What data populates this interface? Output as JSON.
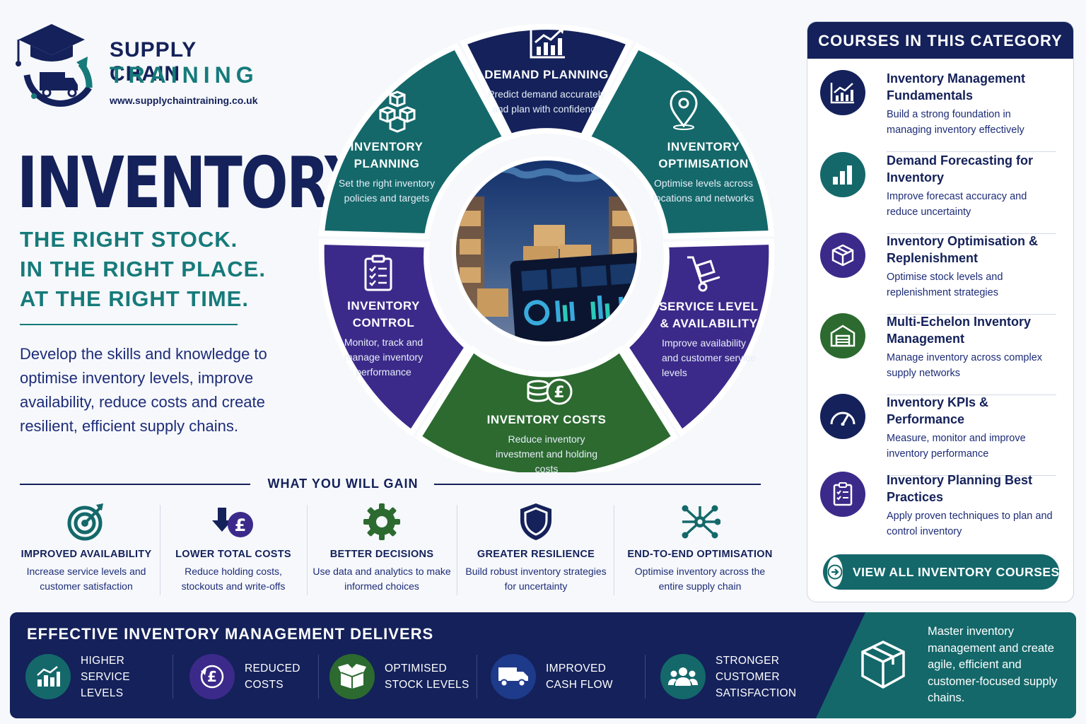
{
  "brand": {
    "line1": "SUPPLY CHAIN",
    "line2": "TRAINING",
    "url": "www.supplychaintraining.co.uk"
  },
  "hero": {
    "title": "INVENTORY",
    "tagline": [
      "THE RIGHT STOCK.",
      "IN THE RIGHT PLACE.",
      "AT THE RIGHT TIME."
    ],
    "description": "Develop the skills and knowledge to optimise inventory levels, improve availability, reduce costs and create resilient, efficient supply chains."
  },
  "wheel": {
    "segments": [
      {
        "title": "DEMAND PLANNING",
        "desc": "Predict demand accurately and plan with confidence",
        "color": "#14215a",
        "icon": "chart-up-icon"
      },
      {
        "title": "INVENTORY OPTIMISATION",
        "desc": "Optimise levels across locations and networks",
        "color": "#14686a",
        "icon": "location-pin-icon"
      },
      {
        "title": "SERVICE LEVEL & AVAILABILITY",
        "desc": "Improve availability and customer service levels",
        "color": "#3c2a8a",
        "icon": "hand-truck-icon"
      },
      {
        "title": "INVENTORY COSTS",
        "desc": "Reduce inventory investment and holding costs",
        "color": "#2c6a30",
        "icon": "pound-coins-icon"
      },
      {
        "title": "INVENTORY CONTROL",
        "desc": "Monitor, track and manage inventory performance",
        "color": "#3c2a8a",
        "icon": "clipboard-checklist-icon"
      },
      {
        "title": "INVENTORY PLANNING",
        "desc": "Set the right inventory policies and targets",
        "color": "#14686a",
        "icon": "stacked-boxes-icon"
      }
    ],
    "center_image": "warehouse-dashboard-image"
  },
  "courses": {
    "heading": "COURSES IN THIS CATEGORY",
    "items": [
      {
        "title": "Inventory Management Fundamentals",
        "desc": "Build a strong foundation in managing inventory effectively",
        "color": "#14215a",
        "icon": "chart-up-icon"
      },
      {
        "title": "Demand Forecasting for Inventory",
        "desc": "Improve forecast accuracy and reduce uncertainty",
        "color": "#14686a",
        "icon": "bar-chart-icon"
      },
      {
        "title": "Inventory Optimisation & Replenishment",
        "desc": "Optimise stock levels and replenishment strategies",
        "color": "#3c2a8a",
        "icon": "box-icon"
      },
      {
        "title": "Multi-Echelon Inventory Management",
        "desc": "Manage inventory across complex supply networks",
        "color": "#2c6a30",
        "icon": "warehouse-icon"
      },
      {
        "title": "Inventory KPIs & Performance",
        "desc": "Measure, monitor and improve inventory performance",
        "color": "#14215a",
        "icon": "gauge-icon"
      },
      {
        "title": "Inventory Planning Best Practices",
        "desc": "Apply proven techniques to plan and control inventory",
        "color": "#3c2a8a",
        "icon": "clipboard-icon"
      }
    ],
    "cta": "VIEW ALL INVENTORY COURSES"
  },
  "gain": {
    "heading": "WHAT YOU WILL GAIN",
    "items": [
      {
        "title": "IMPROVED AVAILABILITY",
        "desc": "Increase service levels and customer satisfaction",
        "icon": "target-icon"
      },
      {
        "title": "LOWER TOTAL COSTS",
        "desc": "Reduce holding costs, stockouts and write-offs",
        "icon": "pound-down-icon"
      },
      {
        "title": "BETTER DECISIONS",
        "desc": "Use data and analytics to make informed choices",
        "icon": "gear-icon"
      },
      {
        "title": "GREATER RESILIENCE",
        "desc": "Build robust inventory strategies for uncertainty",
        "icon": "shield-icon"
      },
      {
        "title": "END-TO-END OPTIMISATION",
        "desc": "Optimise inventory across the entire supply chain",
        "icon": "network-icon"
      }
    ]
  },
  "band": {
    "heading": "EFFECTIVE INVENTORY MANAGEMENT DELIVERS",
    "items": [
      {
        "label": "HIGHER SERVICE LEVELS",
        "color": "#14686a",
        "icon": "chart-up-icon"
      },
      {
        "label": "REDUCED COSTS",
        "color": "#3c2a8a",
        "icon": "pound-cycle-icon"
      },
      {
        "label": "OPTIMISED STOCK LEVELS",
        "color": "#2c6a30",
        "icon": "open-box-icon"
      },
      {
        "label": "IMPROVED CASH FLOW",
        "color": "#1e3a8a",
        "icon": "truck-icon"
      },
      {
        "label": "STRONGER CUSTOMER SATISFACTION",
        "color": "#14686a",
        "icon": "people-icon"
      }
    ],
    "message": "Master inventory management and create agile, efficient and customer-focused supply chains."
  }
}
